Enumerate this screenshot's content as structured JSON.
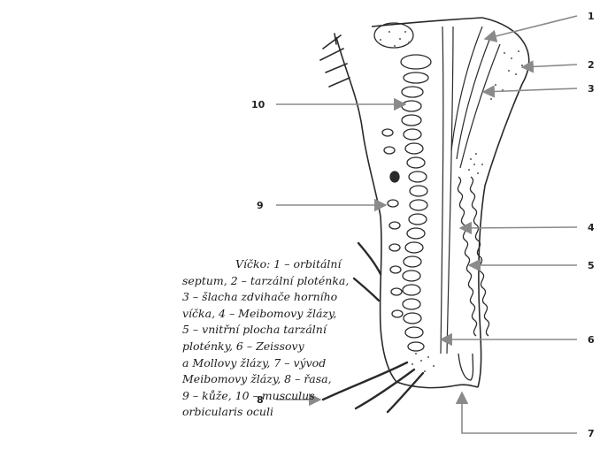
{
  "figure": {
    "caption_lines": [
      "Víčko: 1 – orbitální",
      "septum, 2 – tarzální ploténka,",
      "3 – šlacha zdvihače horního",
      "víčka, 4 – Meibomovy žlázy,",
      "5 – vnitřní plocha tarzální",
      "ploténky, 6 – Zeissovy",
      "a Mollovy žlázy, 7 – vývod",
      "Meibomovy žlázy, 8 – řasa,",
      "9 – kůže, 10 – musculus",
      "orbicularis oculi"
    ],
    "labels": {
      "l1": "1",
      "l2": "2",
      "l3": "3",
      "l4": "4",
      "l5": "5",
      "l6": "6",
      "l7": "7",
      "l8": "8",
      "l9": "9",
      "l10": "10"
    },
    "colors": {
      "ink": "#2a2a2a",
      "arrow": "#8a8a8a",
      "stipple": "#555555"
    }
  }
}
